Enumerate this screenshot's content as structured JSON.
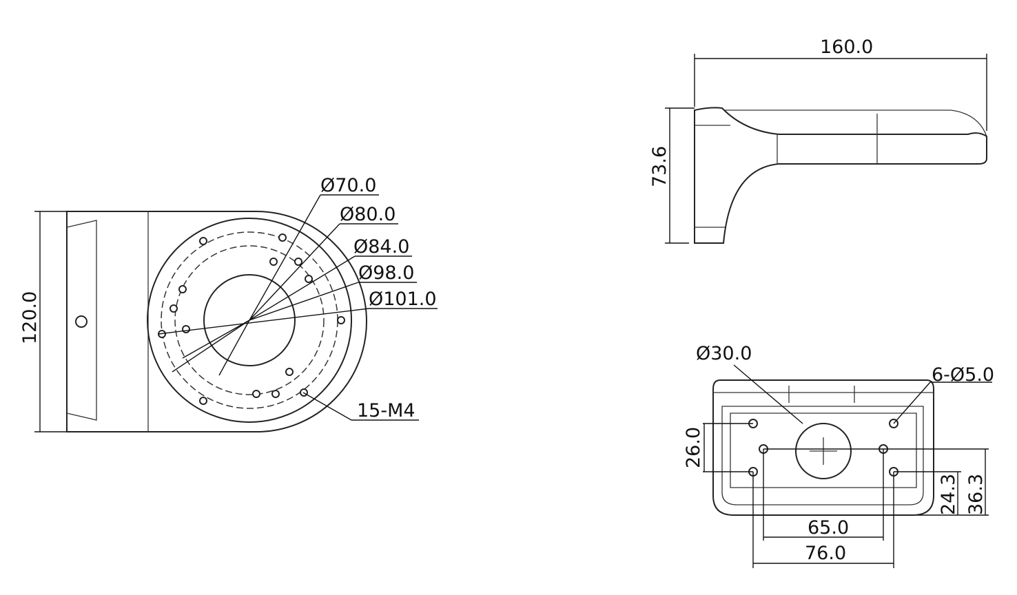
{
  "top_view": {
    "diameters": [
      "Ø70.0",
      "Ø80.0",
      "Ø84.0",
      "Ø98.0",
      "Ø101.0"
    ],
    "height": "120.0",
    "thread_holes": "15-M4"
  },
  "side_view": {
    "width": "160.0",
    "height": "73.6"
  },
  "front_view": {
    "cable_hole": "Ø30.0",
    "mount_holes": "6-Ø5.0",
    "vertical_spacing": "26.0",
    "offset_lower": "24.3",
    "offset_upper": "36.3",
    "inner_spacing": "65.0",
    "outer_spacing": "76.0"
  }
}
